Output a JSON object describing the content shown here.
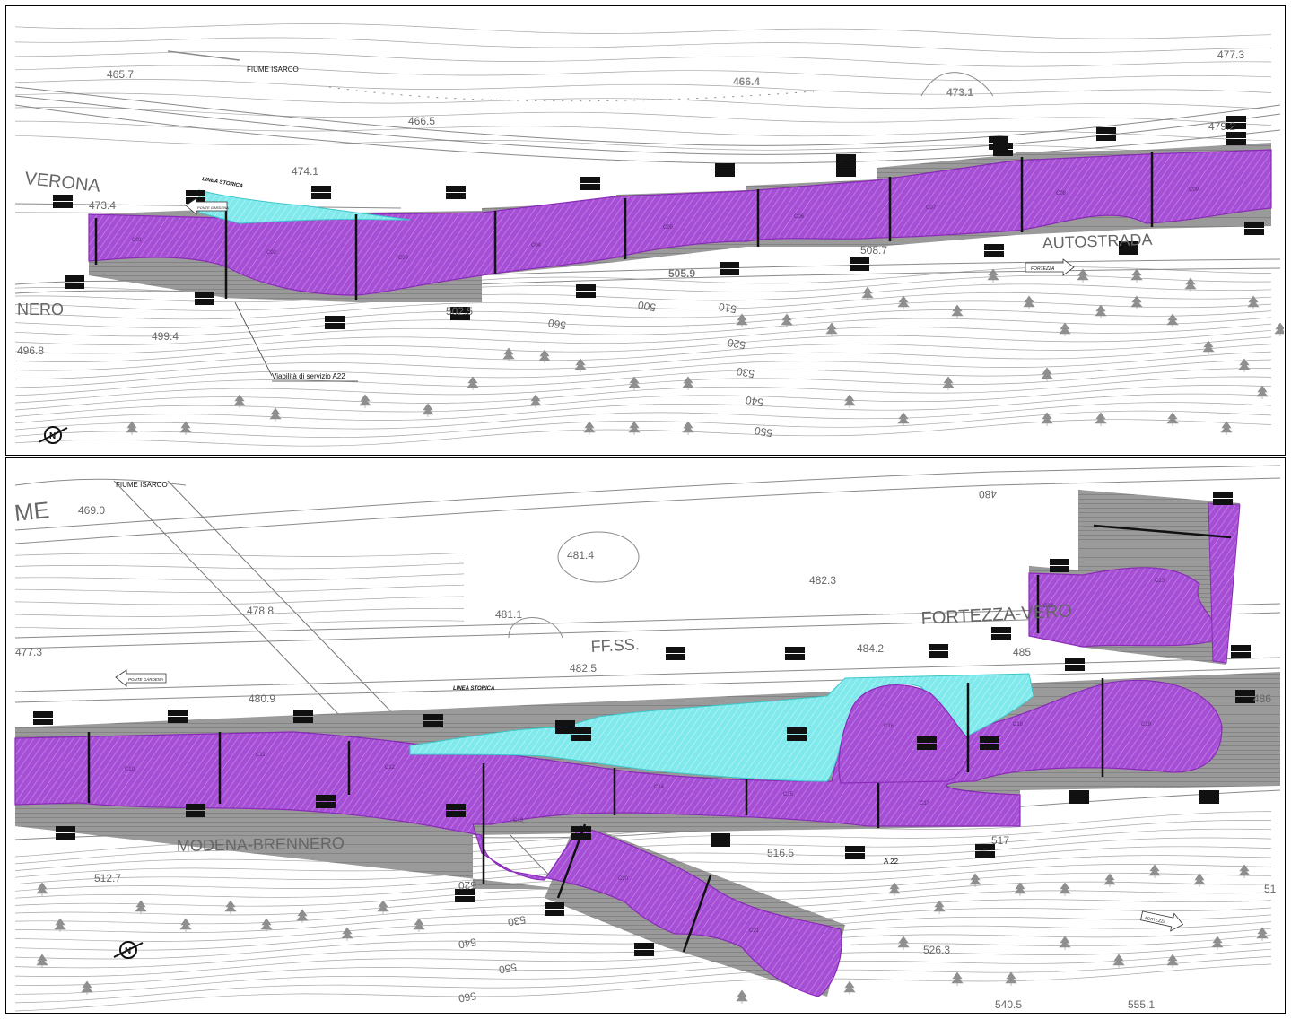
{
  "colors": {
    "excavation_fill": "#a64fd6",
    "excavation_stroke": "#8a2bb8",
    "embankment_fill": "#5fe3e6",
    "pavement_fill": "#8c8c8c",
    "contour": "#9a9a9a",
    "tree": "#8a8a8a"
  },
  "top_panel": {
    "river_label": "FIUME ISARCO",
    "railway_label": "LINEA STORICA",
    "road_name_left": "VERONA",
    "road_name_bottom": "NERO",
    "highway_label": "AUTOSTRADA",
    "service_road_label": "Viabilità di servizio A22",
    "direction_sign": "FORTEZZA",
    "direction_sign_left": "PONTE GARDENA",
    "elevations": [
      "465.7",
      "466.5",
      "466.4",
      "473.1",
      "477.3",
      "479.2",
      "474.1",
      "473.4",
      "505.9",
      "508.7",
      "502.5",
      "499.4",
      "496.8",
      "500",
      "510",
      "520",
      "530",
      "540",
      "550",
      "560"
    ],
    "sections": [
      "C01",
      "C02",
      "C03",
      "C04",
      "C05",
      "C06",
      "C07",
      "C08",
      "C09"
    ]
  },
  "bottom_panel": {
    "river_label": "FIUME ISARCO",
    "river_label_large": "ME",
    "railway_label": "LINEA STORICA",
    "station_label": "FF.SS.",
    "road_name_top": "FORTEZZA-VERO",
    "road_name_bottom": "MODENA-BRENNERO",
    "highway_short": "A 22",
    "direction_sign_left": "PONTE GARDENA",
    "direction_sign_right": "FORTEZZA",
    "elevations": [
      "469.0",
      "477.3",
      "478.8",
      "480.9",
      "481.1",
      "481.4",
      "482.3",
      "482.5",
      "484.2",
      "485",
      "486",
      "480",
      "512.7",
      "516.5",
      "517",
      "520",
      "526.3",
      "530",
      "540",
      "550",
      "560",
      "540.5",
      "555.1",
      "51"
    ],
    "sections": [
      "C10",
      "C11",
      "C12",
      "C13",
      "C14",
      "C15",
      "C16",
      "C17",
      "C18",
      "C19",
      "C20",
      "C21",
      "C22",
      "C23"
    ]
  }
}
